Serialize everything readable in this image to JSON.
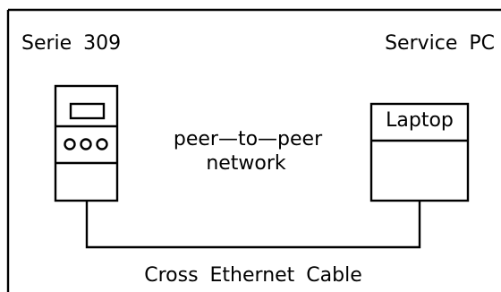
{
  "labels": {
    "left_device": "Serie 309",
    "right_device": "Service PC",
    "network_line1": "peer—to—peer",
    "network_line2": "network",
    "laptop": "Laptop",
    "cable": "Cross Ethernet Cable"
  }
}
